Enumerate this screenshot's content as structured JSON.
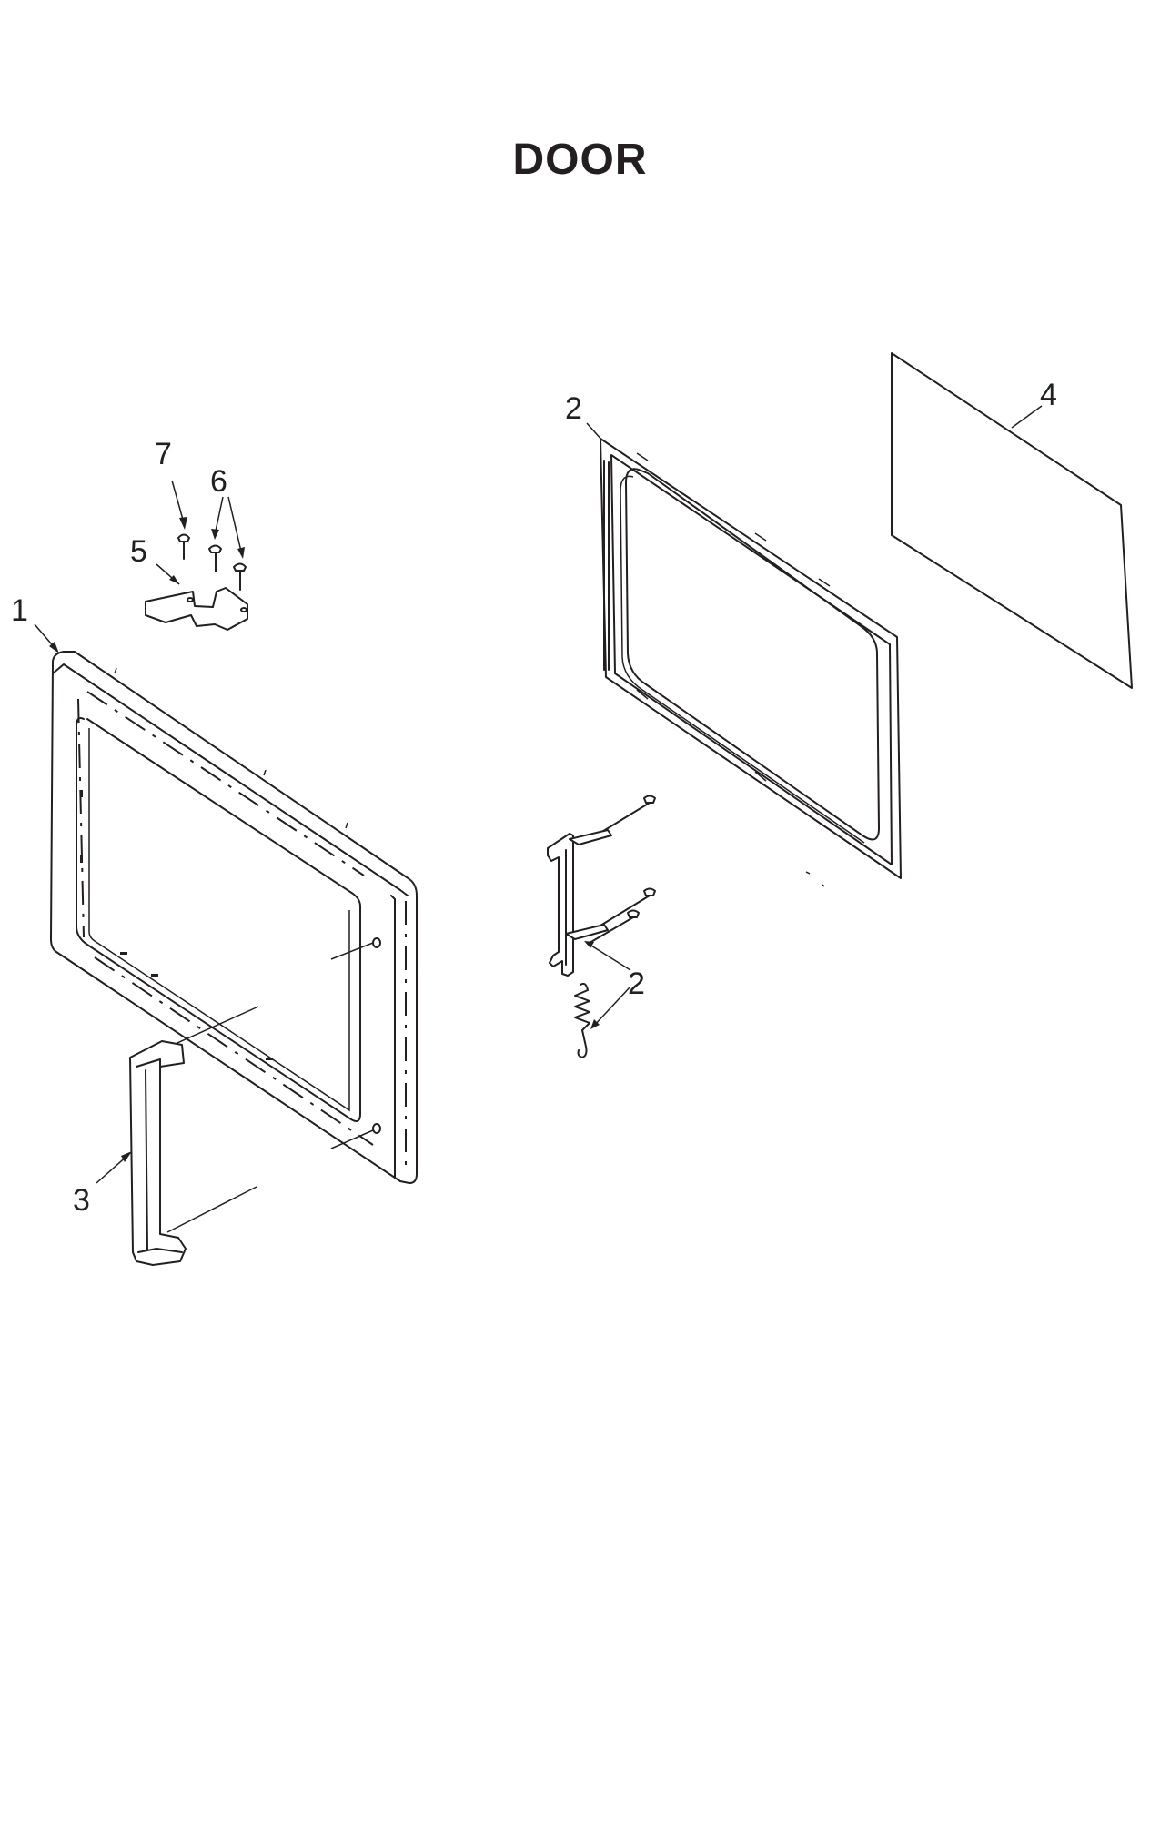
{
  "title": "DOOR",
  "callouts": {
    "door_frame": "1",
    "choke_frame": "2",
    "latch_assembly": "2",
    "handle": "3",
    "door_screen": "4",
    "hinge_bracket": "5",
    "hinge_screws": "6",
    "hinge_pin_screw": "7"
  }
}
